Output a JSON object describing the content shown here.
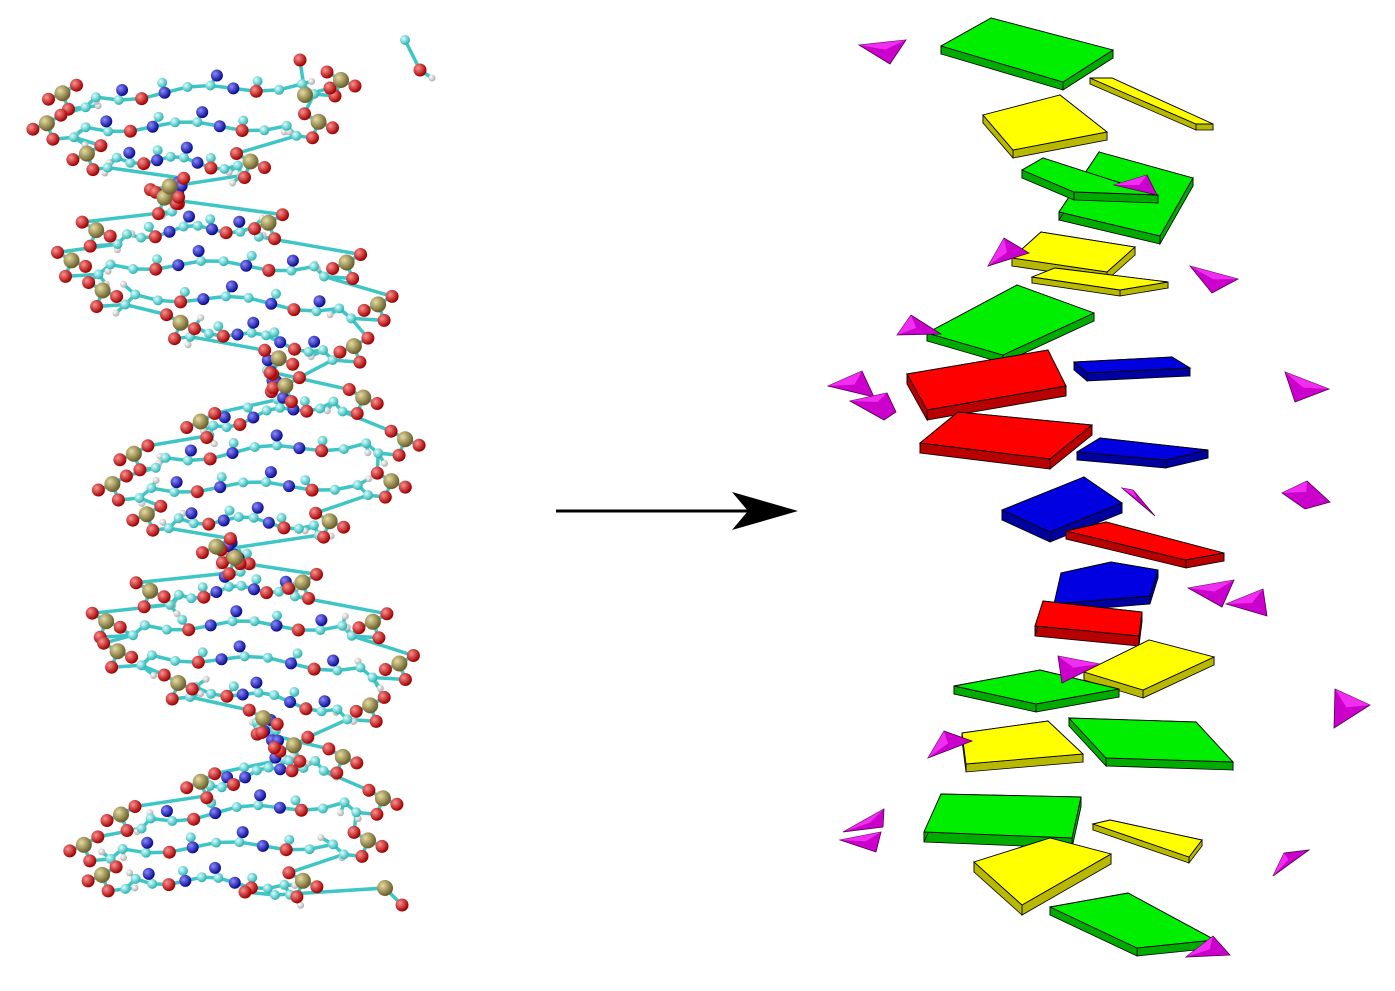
{
  "figure": {
    "left_panel": "atomistic-dna-model",
    "right_panel": "coarse-grained-dna-model",
    "connector": "arrow-right"
  },
  "colors": {
    "carbon": "#4fd4d4",
    "nitrogen": "#1c1ccc",
    "oxygen": "#e01010",
    "phosphorus": "#9e8f4a",
    "hydrogen": "#f2f2f2",
    "base_green": "#00ee00",
    "base_yellow": "#ffff00",
    "base_red": "#ff0000",
    "base_blue": "#0000e0",
    "phosphate_magenta": "#cc00cc",
    "arrow": "#000000"
  }
}
